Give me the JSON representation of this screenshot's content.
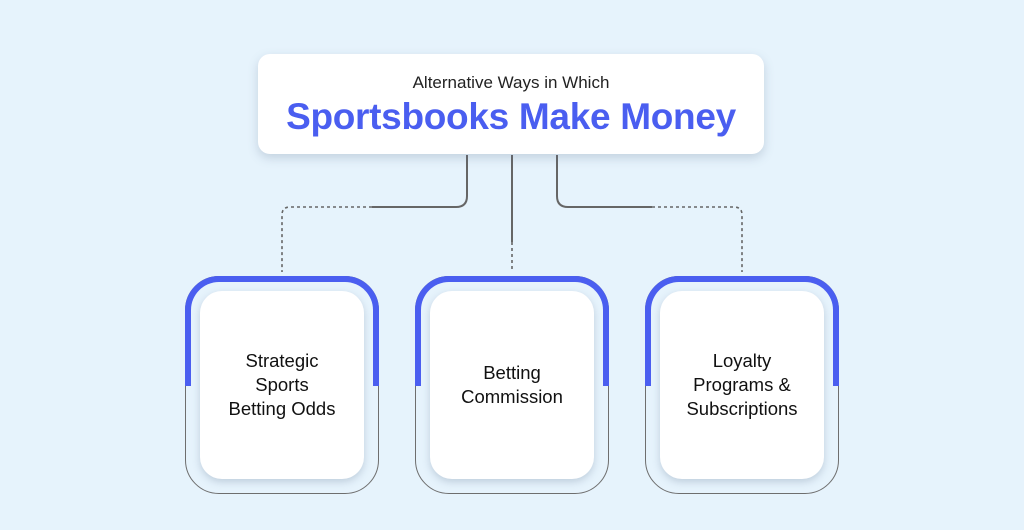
{
  "header": {
    "subtitle": "Alternative Ways in Which",
    "title": "Sportsbooks Make Money"
  },
  "cards": [
    {
      "label": "Strategic\nSports\nBetting Odds"
    },
    {
      "label": "Betting\nCommission"
    },
    {
      "label": "Loyalty\nPrograms &\nSubscriptions"
    }
  ],
  "colors": {
    "background": "#e6f3fc",
    "accent": "#4a5ef0",
    "connector": "#666666"
  }
}
